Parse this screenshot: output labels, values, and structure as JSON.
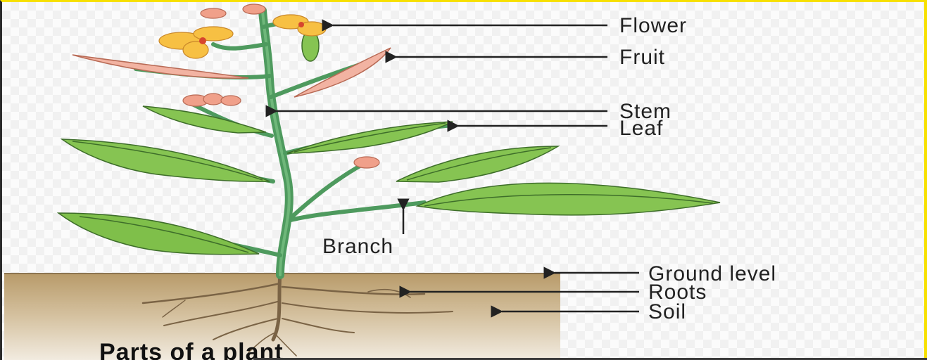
{
  "labels": {
    "flower": "Flower",
    "fruit": "Fruit",
    "stem": "Stem",
    "leaf": "Leaf",
    "branch": "Branch",
    "ground_level": "Ground level",
    "roots": "Roots",
    "soil": "Soil"
  },
  "caption": "Parts of a plant",
  "colors": {
    "stem": "#4e9a5e",
    "leaf": "#7fbf4a",
    "leaf_vein": "#3e6e2a",
    "flower_yellow": "#f7c043",
    "flower_pink": "#f0a08a",
    "fruit": "#f2b3a2",
    "soil": "#c7ae86",
    "root": "#7a6345"
  }
}
